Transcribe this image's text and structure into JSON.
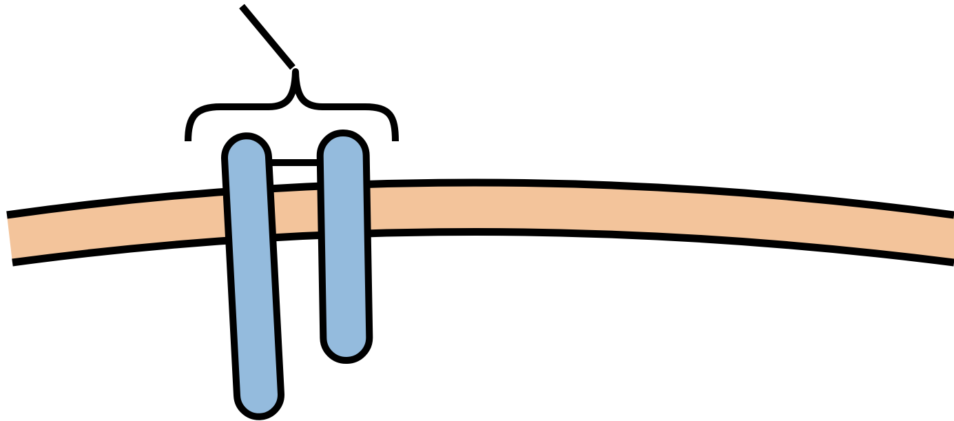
{
  "diagram": {
    "colors": {
      "background": "#ffffff",
      "membrane_fill": "#f3c49b",
      "protein_fill": "#94bbdd",
      "outline": "#000000"
    },
    "elements": {
      "membrane": "cell-membrane",
      "proteins": [
        "subunit-left",
        "subunit-right"
      ],
      "linker": "disulfide-bridge",
      "brace": "curly-brace",
      "leader_line": "label-leader-line"
    }
  }
}
